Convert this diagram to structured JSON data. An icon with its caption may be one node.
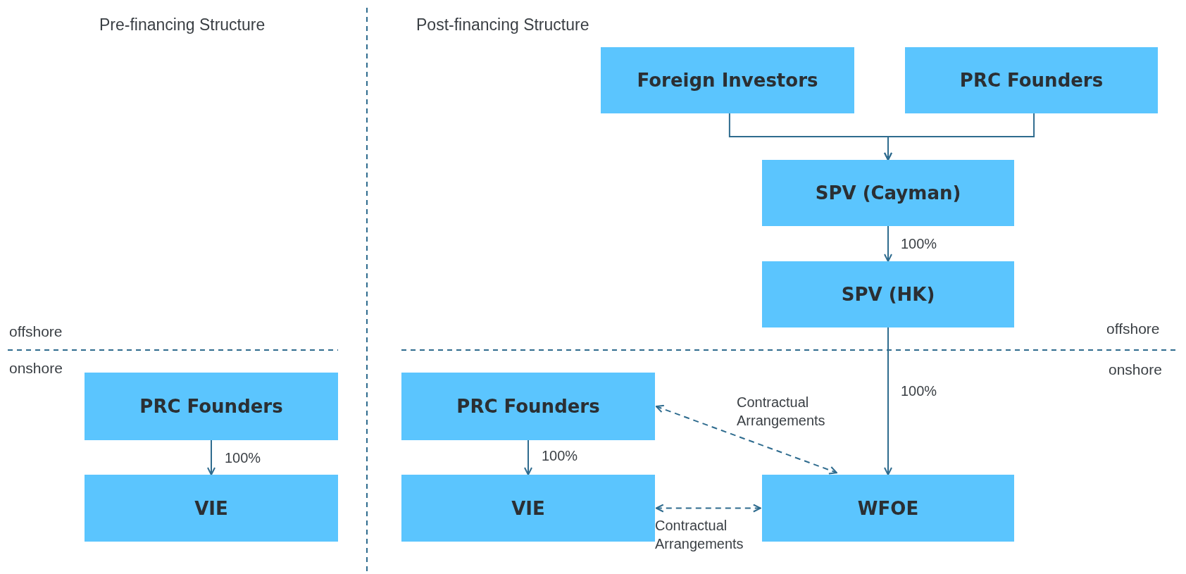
{
  "diagram": {
    "nodes": [
      {
        "text": [
          "Foreign Investors"
        ]
      },
      {
        "text": [
          "PRC Founders"
        ]
      },
      {
        "text": [
          "SPV (Cayman)"
        ]
      },
      {
        "text": [
          "SPV (HK)"
        ]
      },
      {
        "text": [
          "PRC Founders"
        ]
      },
      {
        "text": [
          "PRC Founders"
        ]
      },
      {
        "text": [
          "VIE"
        ]
      },
      {
        "text": [
          "VIE"
        ]
      },
      {
        "text": [
          "WFOE"
        ]
      }
    ],
    "edges": [
      {
        "from": 0,
        "to": 2,
        "arrow": "to"
      },
      {
        "from": 1,
        "to": 2,
        "arrow": "to"
      },
      {
        "from": 2,
        "to": 3,
        "arrow": "to",
        "label": "100%"
      },
      {
        "from": 3,
        "to": 8,
        "arrow": "to",
        "label": "100%"
      },
      {
        "from": 4,
        "to": 6,
        "arrow": "to",
        "label": "100%"
      },
      {
        "from": 5,
        "to": 7,
        "arrow": "to",
        "label": "100%"
      },
      {
        "from": 5,
        "to": 8,
        "arrow": "both",
        "label": "Contractual Arrangements",
        "style": "dashed"
      },
      {
        "from": 7,
        "to": 8,
        "arrow": "both",
        "label": "Contractual Arrangements",
        "style": "dashed"
      }
    ],
    "labels": [
      "Pre-financing Structure",
      "Post-financing Structure",
      "offshore",
      "onshore",
      "offshore",
      "onshore"
    ]
  }
}
